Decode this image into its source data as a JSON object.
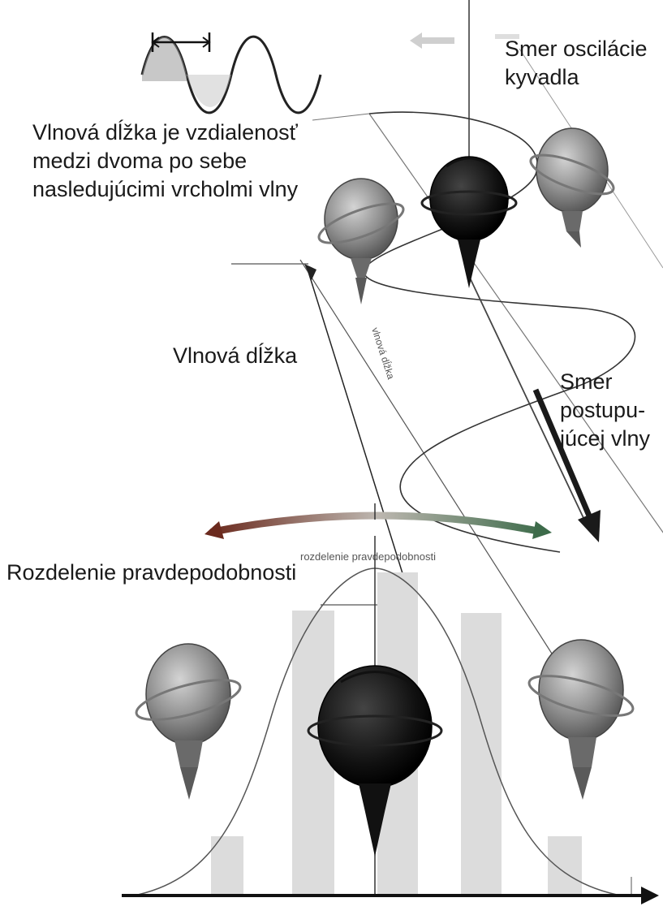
{
  "labels": {
    "oscillation_line1": "Smer oscilácie",
    "oscillation_line2": "kyvadla",
    "definition_line1": "Vlnová dĺžka je vzdialenosť",
    "definition_line2": "medzi dvoma po sebe",
    "definition_line3": "nasledujúcimi vrcholmi vlny",
    "wavelength": "Vlnová dĺžka",
    "propagation_line1": "Smer",
    "propagation_line2": "postupu-",
    "propagation_line3": "júcej vlny",
    "probability": "Rozdelenie pravdepodobnosti"
  },
  "embedded_text": {
    "wavelength_small": "vlnová dĺžka",
    "probability_small": "rozdelenie pravdepodobnosti"
  },
  "colors": {
    "ink": "#1a1a1a",
    "pendulum_dark": "#111111",
    "pendulum_gray": "#8a8a8a",
    "band_fill": "#dcdcdc",
    "arrow_red": "#6b2a1e",
    "arrow_green": "#3d6b4a"
  }
}
